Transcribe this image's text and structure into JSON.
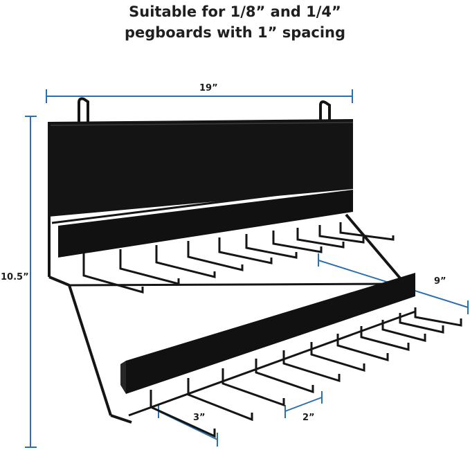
{
  "headline": {
    "line1": "Suitable for 1/8” and 1/4”",
    "line2": "pegboards with 1” spacing"
  },
  "dimensions": {
    "width": "19”",
    "height": "10.5”",
    "depth": "9”",
    "hook_length": "3”",
    "hook_spacing": "2”"
  },
  "colors": {
    "dimension_line": "#2a6fae",
    "rack": "#151515"
  }
}
